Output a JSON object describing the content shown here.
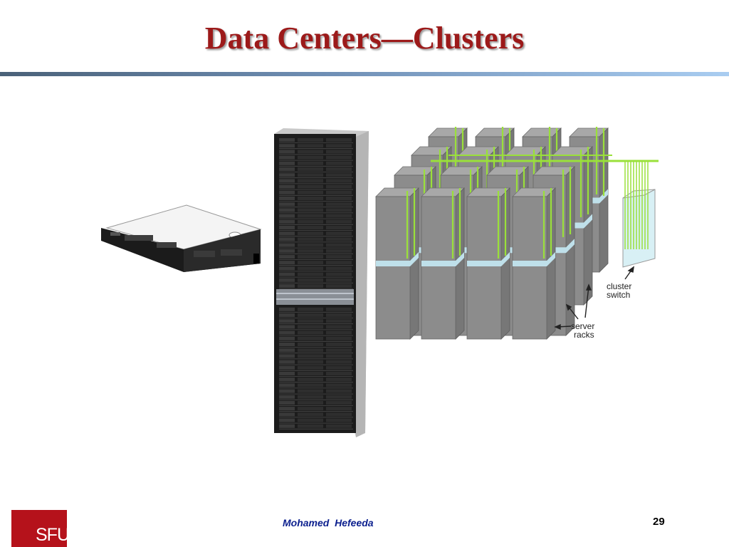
{
  "slide": {
    "title": "Data Centers—Clusters",
    "author": "Mohamed  Hefeeda",
    "page_number": "29",
    "logo_text": "SFU"
  },
  "diagram": {
    "labels": {
      "cluster_switch": [
        "cluster",
        "switch"
      ],
      "server_racks": [
        "server",
        "racks"
      ]
    },
    "colors": {
      "rack_gray": "#8c8c8c",
      "rack_band": "#bfe0ea",
      "cable_green": "#9ae03a",
      "switch_fill": "#d8f0f5"
    }
  }
}
